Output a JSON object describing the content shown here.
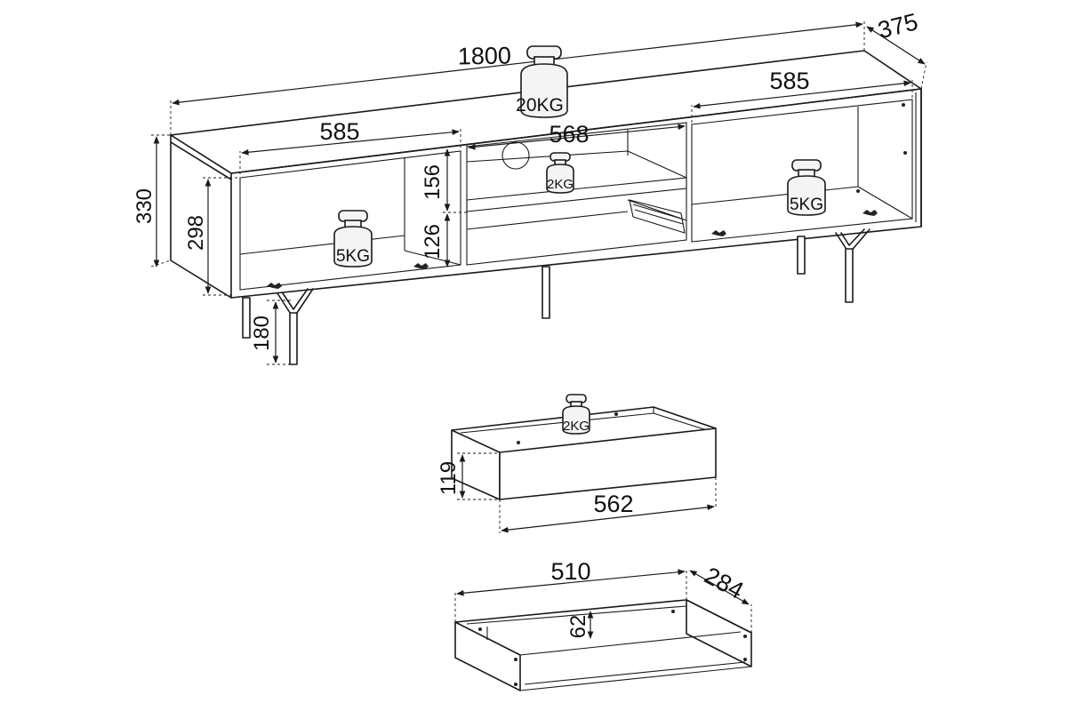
{
  "cabinet": {
    "width": "1800",
    "depth": "375",
    "height": "330",
    "inner_height": "298",
    "leg_height": "180",
    "left_compartment_width": "585",
    "right_compartment_width": "585",
    "middle_compartment_width": "568",
    "middle_upper_height": "156",
    "middle_lower_height": "126"
  },
  "drawer_front": {
    "width": "562",
    "height": "119"
  },
  "drawer_box": {
    "width": "510",
    "depth": "284",
    "height": "62"
  },
  "weights": {
    "top": "20KG",
    "middle_shelf": "2KG",
    "left_compartment": "5KG",
    "right_compartment": "5KG",
    "drawer": "2KG"
  }
}
